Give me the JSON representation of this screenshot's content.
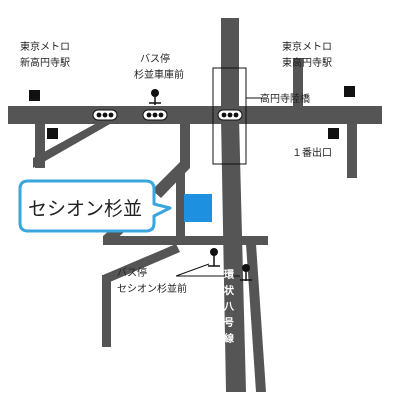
{
  "map": {
    "colors": {
      "road": "#555555",
      "road_light": "#888888",
      "bubble_border": "#3aa6dd",
      "destination_square": "#1e90e0",
      "marker": "#111111"
    },
    "labels": {
      "metro_left_line1": "東京メトロ",
      "metro_left_line2": "新高円寺駅",
      "metro_right_line1": "東京メトロ",
      "metro_right_line2": "東高円寺駅",
      "bus_stop_top_line1": "バス停",
      "bus_stop_top_line2": "杉並車庫前",
      "overpass": "高円寺陸橋",
      "exit": "１番出口",
      "destination": "セシオン杉並",
      "bus_stop_bottom_line1": "バス停",
      "bus_stop_bottom_line2": "セシオン杉並前",
      "ring_road_chars": [
        "環",
        "状",
        "八",
        "号",
        "線"
      ]
    },
    "icons": {
      "station_marker": "square-station-marker",
      "bus_stop": "bus-stop-pin-icon",
      "traffic_signal": "traffic-signal-icon"
    }
  }
}
